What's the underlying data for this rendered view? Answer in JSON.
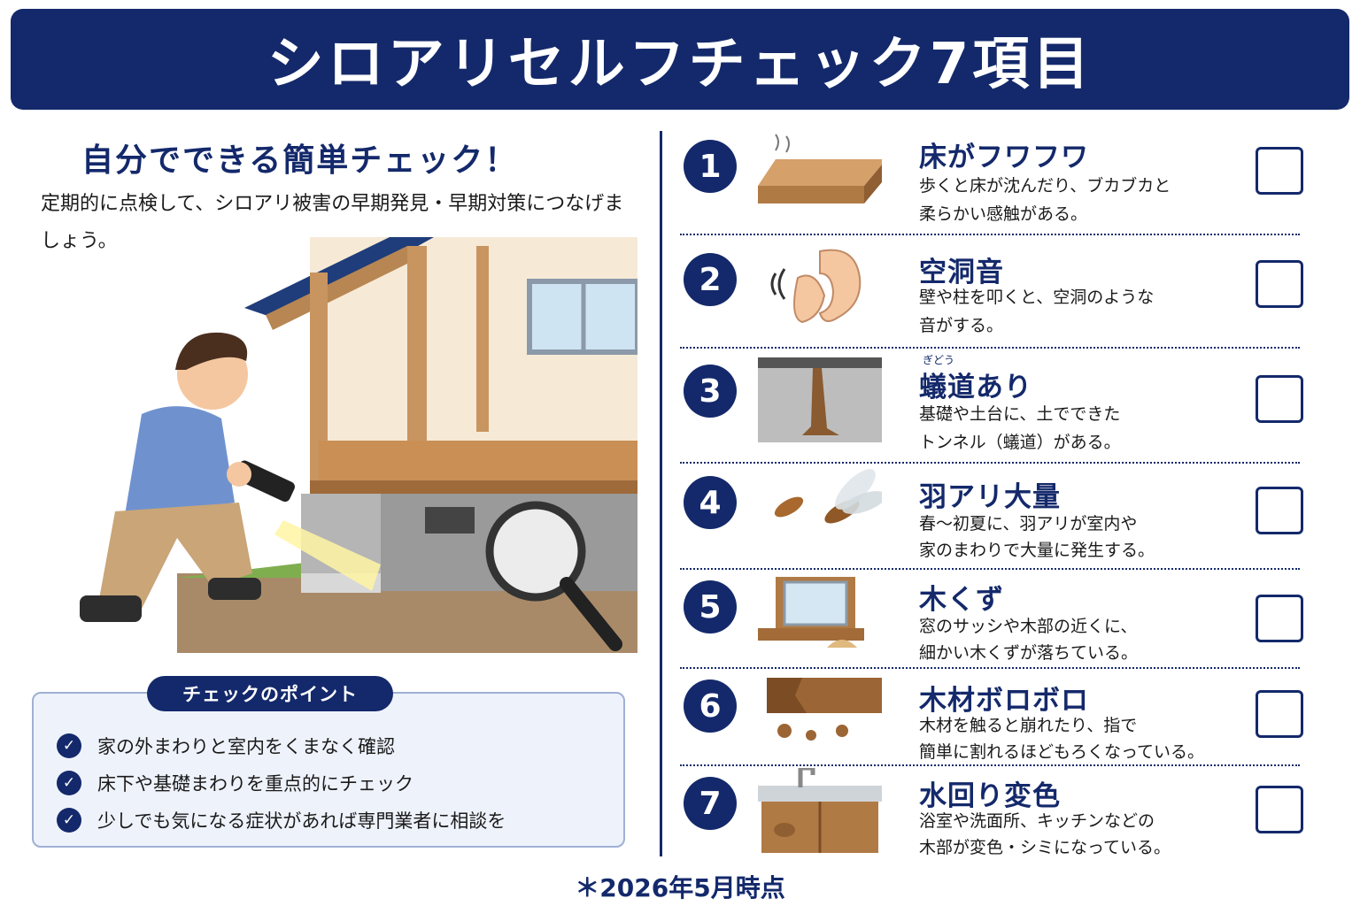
{
  "title": "シロアリセルフチェック7項目",
  "left": {
    "subtitle": "自分でできる簡単チェック！",
    "intro": "定期的に点検して、シロアリ被害の早期発見・早期対策につなげましょう。",
    "points_title": "チェックのポイント",
    "points": [
      "家の外まわりと室内をくまなく確認",
      "床下や基礎まわりを重点的にチェック",
      "少しでも気になる症状があれば専門業者に相談を"
    ]
  },
  "items": [
    {
      "number": "1",
      "title": "床がフワフワ",
      "desc1": "歩くと床が沈んだり、ブカブカと",
      "desc2": "柔らかい感触がある。",
      "icon": "soft-floor-icon"
    },
    {
      "number": "2",
      "title": "空洞音",
      "desc1": "壁や柱を叩くと、空洞のような",
      "desc2": "音がする。",
      "icon": "ear-listening-icon"
    },
    {
      "number": "3",
      "title": "蟻道あり",
      "ruby": "ぎどう",
      "desc1": "基礎や土台に、土でできた",
      "desc2": "トンネル（蟻道）がある。",
      "icon": "mud-tube-icon"
    },
    {
      "number": "4",
      "title": "羽アリ大量",
      "desc1": "春～初夏に、羽アリが室内や",
      "desc2": "家のまわりで大量に発生する。",
      "icon": "winged-termite-icon"
    },
    {
      "number": "5",
      "title": "木くず",
      "desc1": "窓のサッシや木部の近くに、",
      "desc2": "細かい木くずが落ちている。",
      "icon": "sawdust-icon"
    },
    {
      "number": "6",
      "title": "木材ボロボロ",
      "desc1": "木材を触ると崩れたり、指で",
      "desc2": "簡単に割れるほどもろくなっている。",
      "icon": "crumbling-wood-icon"
    },
    {
      "number": "7",
      "title": "水回り変色",
      "desc1": "浴室や洗面所、キッチンなどの",
      "desc2": "木部が変色・シミになっている。",
      "icon": "sink-stain-icon"
    }
  ],
  "footnote": "＊2026年5月時点",
  "colors": {
    "navy": "#14296b",
    "panel": "#eef2fb"
  }
}
